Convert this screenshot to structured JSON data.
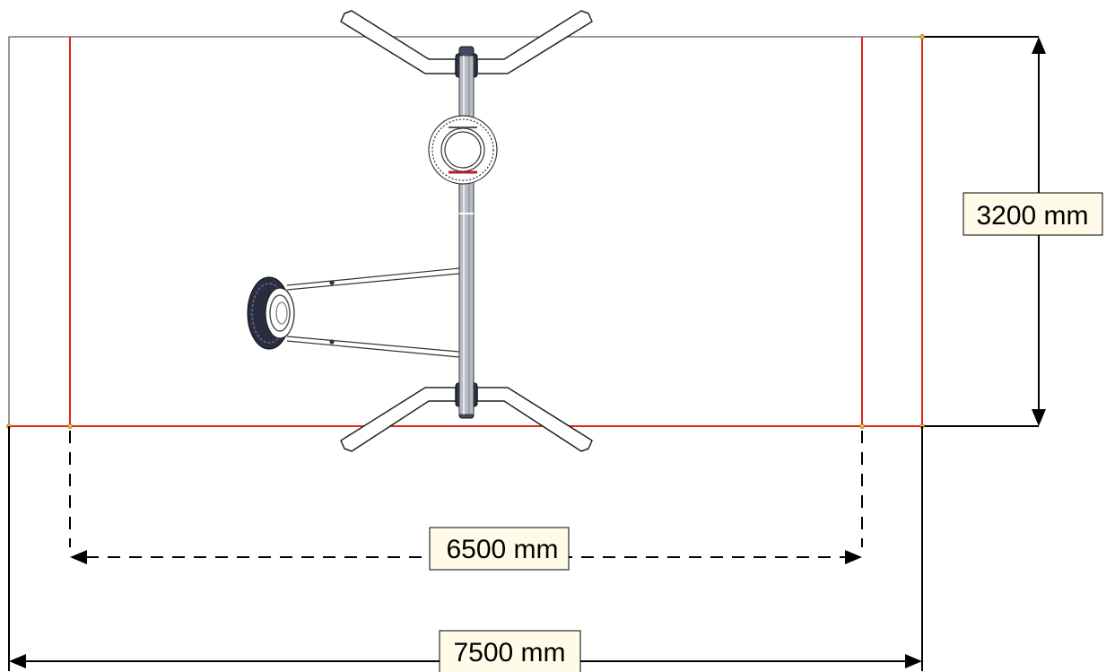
{
  "dimensions": {
    "height_label": "3200 mm",
    "inner_width_label": "6500 mm",
    "outer_width_label": "7500 mm"
  },
  "values_mm": {
    "height": 3200,
    "inner_width": 6500,
    "outer_width": 7500
  },
  "colors": {
    "safety_zone_line": "#e3241b",
    "label_fill": "#fffbe8",
    "outline": "#000000",
    "equipment_steel": "#b8bcc4",
    "equipment_dark": "#22253a",
    "endpoint_dot": "#e8b24a"
  },
  "equipment": {
    "name": "tire-swing-and-seats-top-view"
  }
}
